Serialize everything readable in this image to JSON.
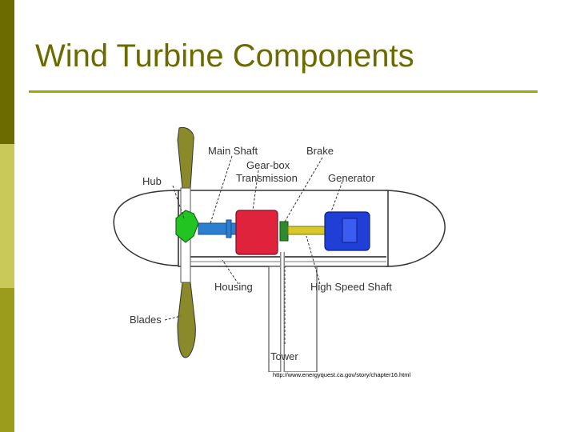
{
  "slide": {
    "title": "Wind Turbine Components",
    "source_url": "http://www.energyquest.ca.gov/story/chapter16.html"
  },
  "diagram": {
    "labels": {
      "main_shaft": "Main Shaft",
      "brake": "Brake",
      "gearbox_line1": "Gear-box",
      "gearbox_line2": "Transmission",
      "generator": "Generator",
      "hub": "Hub",
      "housing": "Housing",
      "high_speed_shaft": "High Speed Shaft",
      "blades": "Blades",
      "tower": "Tower"
    },
    "colors": {
      "hub": "#22c422",
      "main_shaft": "#2a7fd0",
      "gearbox": "#e0233d",
      "generator": "#1f3fd6",
      "high_speed_shaft": "#d8c828",
      "blades": "#8b8a2a"
    }
  },
  "theme": {
    "title_color": "#6b6b00",
    "rule_color": "#a6a600",
    "bar_colors": [
      "#6b6b00",
      "#c9c95a",
      "#9c9c1c"
    ]
  }
}
